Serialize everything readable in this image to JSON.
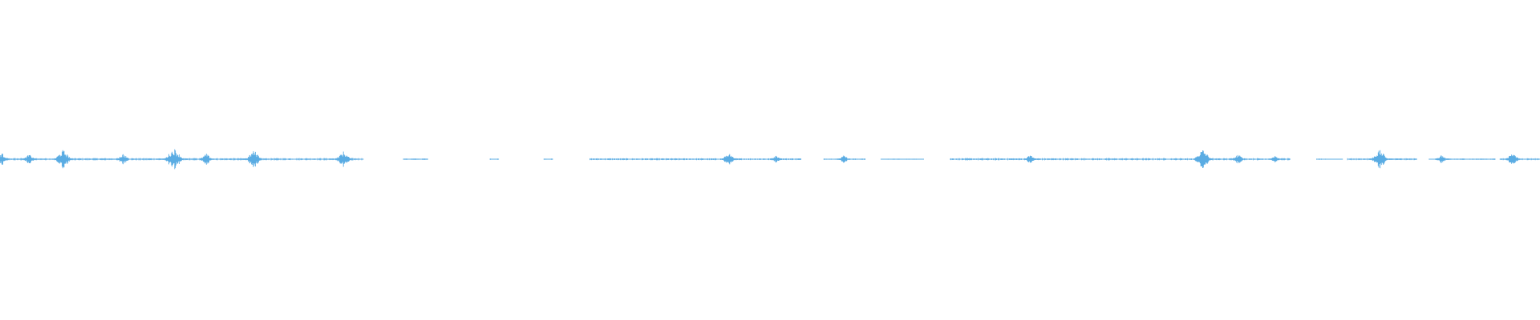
{
  "waveform": {
    "color": "#5aace3",
    "background": "#ffffff",
    "duration_fraction_segments": [
      [
        0.0,
        0.236,
        0.55
      ],
      [
        0.262,
        0.278,
        0.35
      ],
      [
        0.318,
        0.324,
        0.3
      ],
      [
        0.353,
        0.359,
        0.3
      ],
      [
        0.383,
        0.52,
        0.45
      ],
      [
        0.535,
        0.562,
        0.35
      ],
      [
        0.572,
        0.6,
        0.25
      ],
      [
        0.617,
        0.838,
        0.5
      ],
      [
        0.855,
        0.872,
        0.25
      ],
      [
        0.875,
        0.92,
        0.45
      ],
      [
        0.928,
        0.971,
        0.35
      ],
      [
        0.974,
        1.0,
        0.5
      ]
    ],
    "peaks": [
      [
        0.001,
        0.6
      ],
      [
        0.019,
        0.45
      ],
      [
        0.041,
        0.85
      ],
      [
        0.08,
        0.5
      ],
      [
        0.113,
        1.0
      ],
      [
        0.134,
        0.5
      ],
      [
        0.165,
        0.8
      ],
      [
        0.223,
        0.7
      ],
      [
        0.473,
        0.6
      ],
      [
        0.504,
        0.4
      ],
      [
        0.548,
        0.35
      ],
      [
        0.669,
        0.4
      ],
      [
        0.781,
        0.9
      ],
      [
        0.804,
        0.45
      ],
      [
        0.828,
        0.35
      ],
      [
        0.896,
        0.85
      ],
      [
        0.936,
        0.4
      ],
      [
        0.982,
        0.6
      ]
    ]
  }
}
